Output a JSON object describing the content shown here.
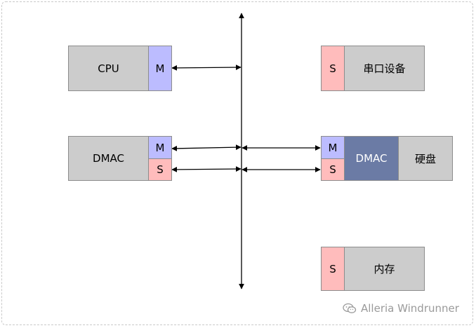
{
  "cpu": {
    "label": "CPU",
    "port": "M"
  },
  "dmac_left": {
    "label": "DMAC",
    "port_m": "M",
    "port_s": "S"
  },
  "serial": {
    "port": "S",
    "label": "串口设备"
  },
  "disk": {
    "port_m": "M",
    "port_s": "S",
    "dmac": "DMAC",
    "label": "硬盘"
  },
  "memory": {
    "port": "S",
    "label": "内存"
  },
  "watermark": {
    "text": "Alleria Windrunner"
  },
  "colors": {
    "master": "#bcbcff",
    "slave": "#ffbcbc",
    "body": "#cccccc",
    "dmac": "#6b7ba5"
  }
}
